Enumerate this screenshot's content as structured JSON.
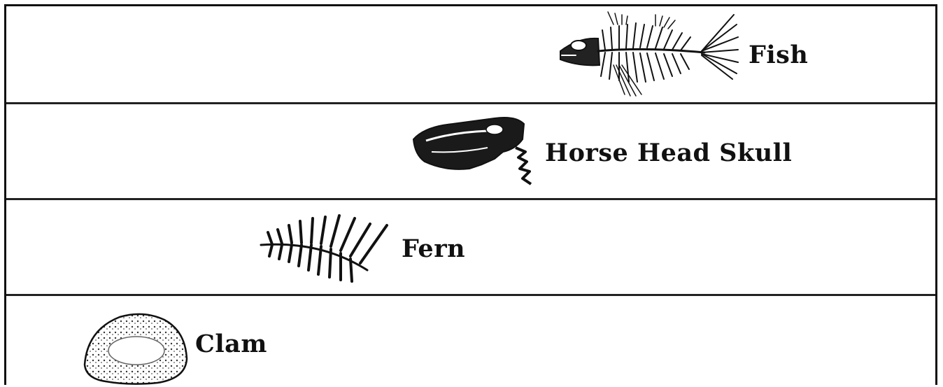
{
  "layers": [
    {
      "label": "Fish",
      "icon": "fish-skeleton-icon"
    },
    {
      "label": "Horse Head Skull",
      "icon": "horse-skull-icon"
    },
    {
      "label": "Fern",
      "icon": "fern-frond-icon"
    },
    {
      "label": "Clam",
      "icon": "clam-shell-icon"
    }
  ],
  "colors": {
    "ink": "#111111",
    "background": "#ffffff",
    "rule": "#222222"
  }
}
